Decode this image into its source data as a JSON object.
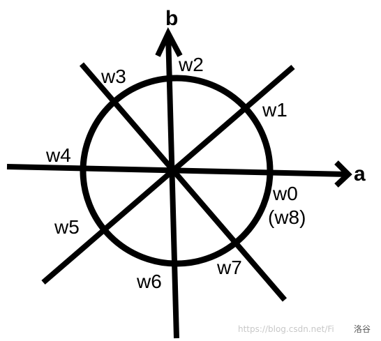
{
  "axes": {
    "horizontal_label": "a",
    "vertical_label": "b"
  },
  "points": {
    "w0": "w0",
    "w0_alias": "(w8)",
    "w1": "w1",
    "w2": "w2",
    "w3": "w3",
    "w4": "w4",
    "w5": "w5",
    "w6": "w6",
    "w7": "w7"
  },
  "watermark": {
    "url": "https://blog.csdn.net/Fi",
    "author": "洛谷"
  },
  "colors": {
    "stroke": "#000000",
    "background": "#ffffff"
  }
}
